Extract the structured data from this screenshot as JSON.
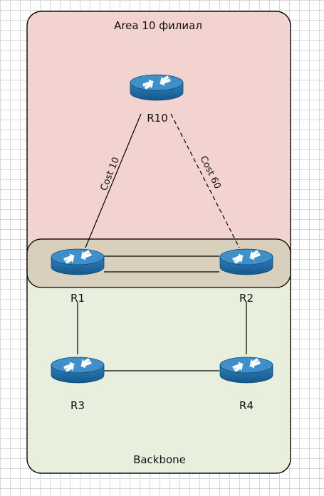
{
  "areas": {
    "area10": {
      "title": "Area 10 филиал",
      "fill": "#f2d3cf"
    },
    "backbone": {
      "title": "Backbone",
      "fill": "#e8efdc"
    },
    "overlap_fill": "#d9cfbd"
  },
  "routers": {
    "r10": {
      "label": "R10",
      "icon": "router-icon"
    },
    "r1": {
      "label": "R1",
      "icon": "router-icon"
    },
    "r2": {
      "label": "R2",
      "icon": "router-icon"
    },
    "r3": {
      "label": "R3",
      "icon": "router-icon"
    },
    "r4": {
      "label": "R4",
      "icon": "router-icon"
    }
  },
  "links": {
    "r10_r1": {
      "label": "Cost 10",
      "style": "solid"
    },
    "r10_r2": {
      "label": "Cost 60",
      "style": "dashed"
    },
    "r1_r2": {
      "style": "solid"
    },
    "r1_r3": {
      "style": "solid"
    },
    "r2_r4": {
      "style": "solid"
    },
    "r3_r4": {
      "style": "solid"
    }
  },
  "colors": {
    "router_body": "#1f6fa8",
    "router_top": "#3f8fca",
    "router_arrows": "#ffffff",
    "area_border": "#000000"
  }
}
